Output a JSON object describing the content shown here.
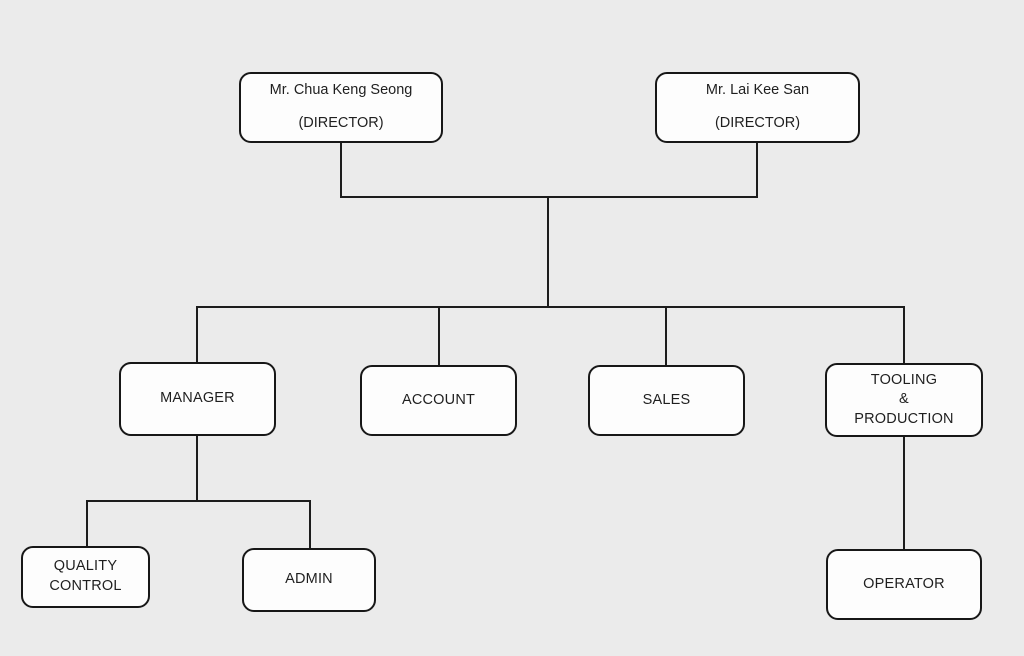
{
  "colors": {
    "background": "#ebebeb",
    "node_fill": "#fdfdfd",
    "node_border": "#171717",
    "connector": "#1c1c1c",
    "text": "#1f1f1f"
  },
  "org_chart": {
    "type": "org-tree",
    "directors": [
      {
        "name": "Mr. Chua Keng Seong",
        "title": "(DIRECTOR)"
      },
      {
        "name": "Mr. Lai Kee San",
        "title": "(DIRECTOR)"
      }
    ],
    "departments": [
      {
        "label": "MANAGER"
      },
      {
        "label": "ACCOUNT"
      },
      {
        "label": "SALES"
      },
      {
        "label": "TOOLING\n&\nPRODUCTION"
      }
    ],
    "manager_reports": [
      {
        "label": "QUALITY\nCONTROL"
      },
      {
        "label": "ADMIN"
      }
    ],
    "tooling_reports": [
      {
        "label": "OPERATOR"
      }
    ],
    "hierarchy": {
      "MANAGER": [
        "QUALITY CONTROL",
        "ADMIN"
      ],
      "ACCOUNT": [],
      "SALES": [],
      "TOOLING & PRODUCTION": [
        "OPERATOR"
      ]
    }
  }
}
